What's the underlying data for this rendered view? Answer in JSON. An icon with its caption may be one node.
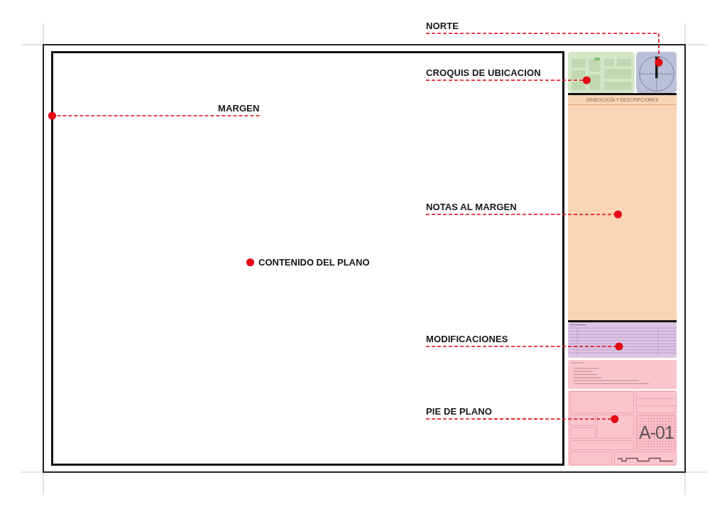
{
  "diagram": {
    "nodes": [
      {
        "text": [
          "NORTE"
        ]
      },
      {
        "text": [
          "CONTENIDO DEL PLANO"
        ]
      },
      {
        "text": [
          "CROQUIS DE UBICACION"
        ],
        "in": 1
      },
      {
        "text": [
          "MARGEN"
        ],
        "in": 1
      },
      {
        "text": [
          "NOTAS AL MARGEN"
        ],
        "in": 1
      },
      {
        "text": [
          "MODIFICACIONES"
        ],
        "in": 1
      },
      {
        "text": [
          "PIE DE PLANO"
        ],
        "in": 1
      },
      {
        "text": [],
        "shape": "picture"
      },
      {
        "text": [],
        "shape": "picture"
      },
      {
        "text": [
          "SIMBOLOGÍA Y DESCRIPCIONES"
        ]
      },
      {
        "text": [],
        "shape": "box"
      },
      {
        "text": [],
        "shape": "box"
      },
      {
        "text": [],
        "shape": "box"
      },
      {
        "text": [],
        "shape": "box",
        "in": 12
      },
      {
        "text": [],
        "shape": "box",
        "in": 12
      },
      {
        "text": [],
        "shape": "box",
        "in": 12
      },
      {
        "text": [],
        "shape": "box",
        "in": 12
      },
      {
        "text": [
          "A-01"
        ],
        "in": 12
      },
      {
        "text": [],
        "shape": "box",
        "in": 12
      },
      {
        "text": [],
        "shape": "box",
        "in": 12
      },
      {
        "text": [],
        "shape": "box",
        "in": 12
      },
      {
        "text": [],
        "shape": "box",
        "in": 12
      }
    ],
    "edges": [
      {
        "from": 0,
        "to": 8,
        "arrow": "other",
        "style": "dashed",
        "color": "#e30613"
      },
      {
        "from": 2,
        "to": 7,
        "arrow": "other",
        "style": "dashed",
        "color": "#e30613"
      },
      {
        "from": 3,
        "to": 1,
        "arrow": "other",
        "style": "dashed",
        "color": "#e30613"
      },
      {
        "from": 4,
        "to": 9,
        "arrow": "other",
        "style": "dashed",
        "color": "#e30613"
      },
      {
        "from": 5,
        "to": 10,
        "arrow": "other",
        "style": "dashed",
        "color": "#e30613"
      },
      {
        "from": 6,
        "to": 12,
        "arrow": "other",
        "style": "dashed",
        "color": "#e30613"
      }
    ]
  }
}
